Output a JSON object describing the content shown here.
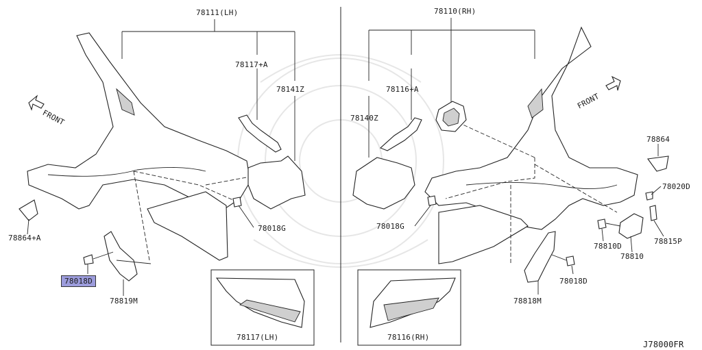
{
  "diagram_code": "J78000FR",
  "left_panel": {
    "assembly": "78111(LH)",
    "extension": "78117+A",
    "inner_panel": "78141Z",
    "clip": "78018G",
    "cover": "78864+A",
    "bolt_highlight": "78018D",
    "bracket": "78819M",
    "front_label": "FRONT"
  },
  "right_panel": {
    "assembly": "78110(RH)",
    "extension": "78116+A",
    "inner_panel": "78140Z",
    "clip": "78018G",
    "cover": "78864",
    "fuel_clip": "78020D",
    "fuel_spring": "78815P",
    "fuel_bolt": "78810D",
    "fuel_lid": "78810",
    "bolt": "78018D",
    "bracket": "78818M",
    "front_label": "FRONT"
  },
  "insets": {
    "left_caption": "78117(LH)",
    "right_caption": "78116(RH)"
  },
  "colors": {
    "highlight": "#9c9cdc",
    "line": "#222222",
    "watermark": "#e6e6e6"
  }
}
